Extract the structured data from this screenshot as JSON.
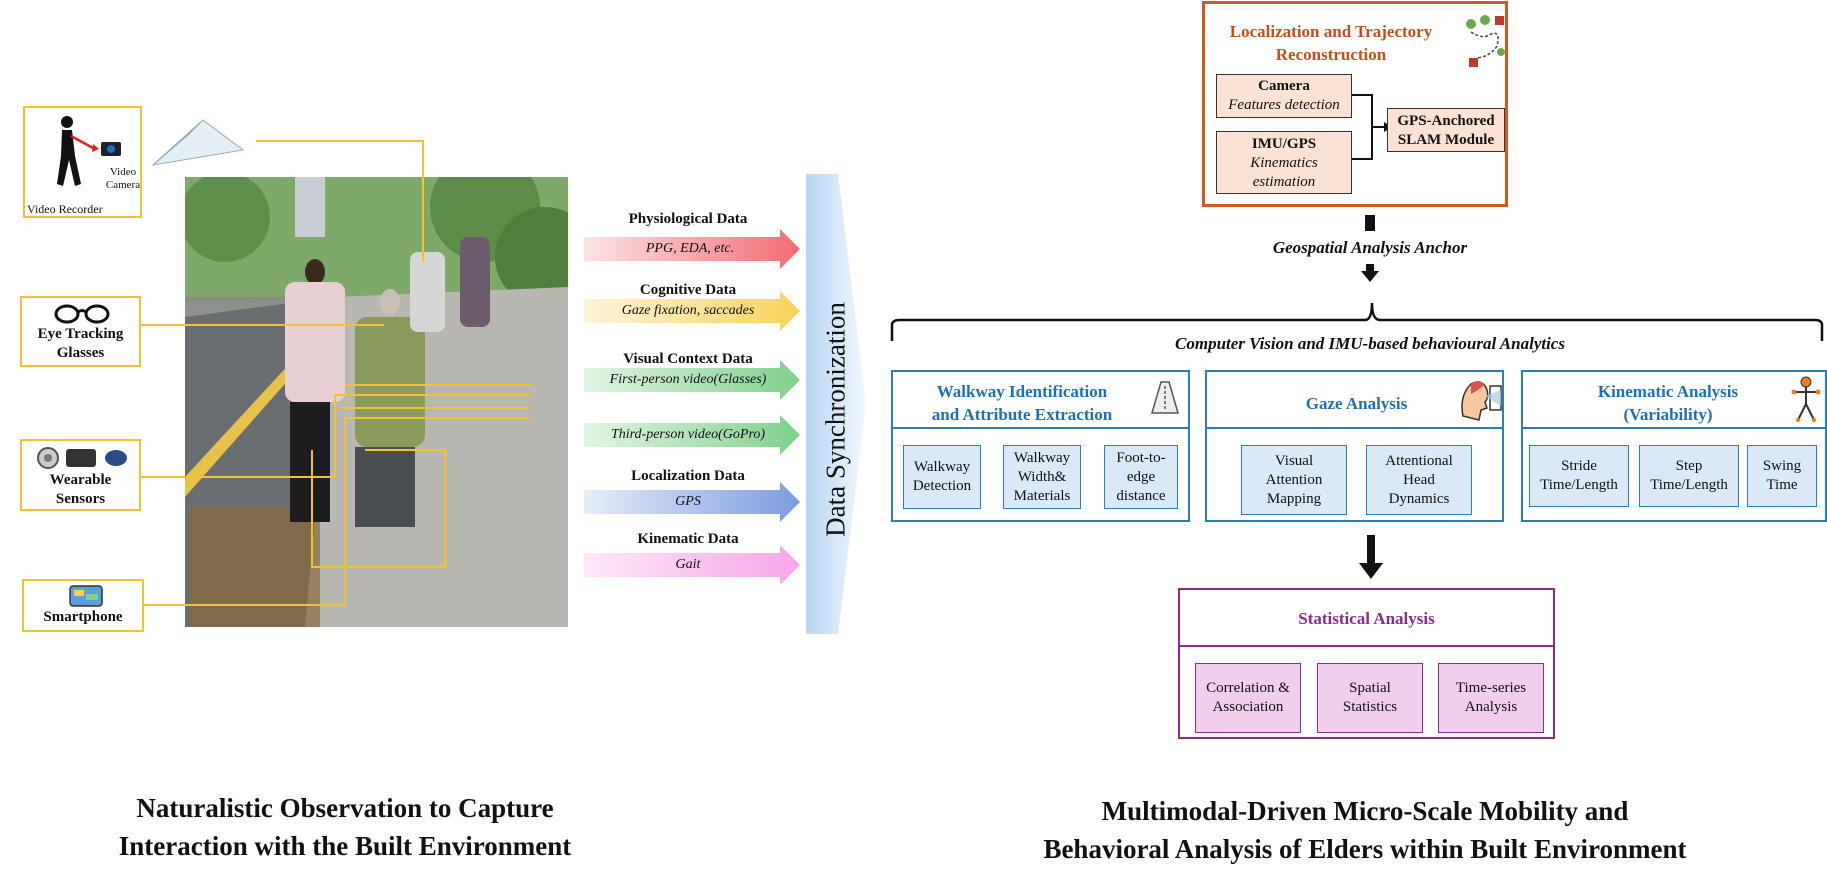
{
  "left": {
    "devices": {
      "video_recorder": {
        "label": "Video Recorder",
        "camera_label": "Video Camera"
      },
      "eye_tracking": {
        "label": "Eye Tracking Glasses"
      },
      "wearable": {
        "label": "Wearable Sensors"
      },
      "smartphone": {
        "label": "Smartphone"
      }
    },
    "streams": [
      {
        "title": "Physiological Data",
        "sub": "PPG, EDA, etc.",
        "color": "#f26b74"
      },
      {
        "title": "Cognitive Data",
        "sub": "Gaze fixation, saccades",
        "color": "#f8d35a"
      },
      {
        "title": "Visual Context Data",
        "sub": "First-person video(Glasses)",
        "color": "#7fd08c"
      },
      {
        "title": "",
        "sub": "Third-person video(GoPro)",
        "color": "#7fd08c"
      },
      {
        "title": "Localization Data",
        "sub": "GPS",
        "color": "#7c9be0"
      },
      {
        "title": "Kinematic Data",
        "sub": "Gait",
        "color": "#f5a6e8"
      }
    ],
    "sync_label": "Data Synchronization",
    "caption_line1": "Naturalistic Observation to Capture",
    "caption_line2": "Interaction with the Built Environment"
  },
  "right": {
    "localization": {
      "title_line1": "Localization and Trajectory",
      "title_line2": "Reconstruction",
      "camera": {
        "title": "Camera",
        "sub": "Features detection"
      },
      "imu": {
        "title": "IMU/GPS",
        "sub_line1": "Kinematics",
        "sub_line2": "estimation"
      },
      "slam_line1": "GPS-Anchored",
      "slam_line2": "SLAM Module"
    },
    "anchor_label": "Geospatial Analysis Anchor",
    "cv_label": "Computer Vision and IMU-based behavioural Analytics",
    "walkway": {
      "title_line1": "Walkway Identification",
      "title_line2": "and Attribute Extraction",
      "cells": [
        [
          "Walkway",
          "Detection"
        ],
        [
          "Walkway",
          "Width&",
          "Materials"
        ],
        [
          "Foot-to-",
          "edge",
          "distance"
        ]
      ]
    },
    "gaze": {
      "title": "Gaze Analysis",
      "cells": [
        [
          "Visual",
          "Attention",
          "Mapping"
        ],
        [
          "Attentional",
          "Head",
          "Dynamics"
        ]
      ]
    },
    "kinematic": {
      "title_line1": "Kinematic Analysis",
      "title_line2": "(Variability)",
      "cells": [
        [
          "Stride",
          "Time/Length"
        ],
        [
          "Step",
          "Time/Length"
        ],
        [
          "Swing",
          "Time"
        ]
      ]
    },
    "statistical": {
      "title": "Statistical Analysis",
      "cells": [
        [
          "Correlation &",
          "Association"
        ],
        [
          "Spatial",
          "Statistics"
        ],
        [
          "Time-series",
          "Analysis"
        ]
      ]
    },
    "caption_line1": "Multimodal-Driven Micro-Scale Mobility and",
    "caption_line2": "Behavioral Analysis of Elders within Built Environment"
  },
  "colors": {
    "yellow_border": "#f2c230",
    "orange_border": "#d35a1f",
    "blue_border": "#2d7eb5",
    "blue_title": "#1f6fb2",
    "purple_border": "#8a2c8a",
    "sync_gradient": "#cfe3f8"
  }
}
